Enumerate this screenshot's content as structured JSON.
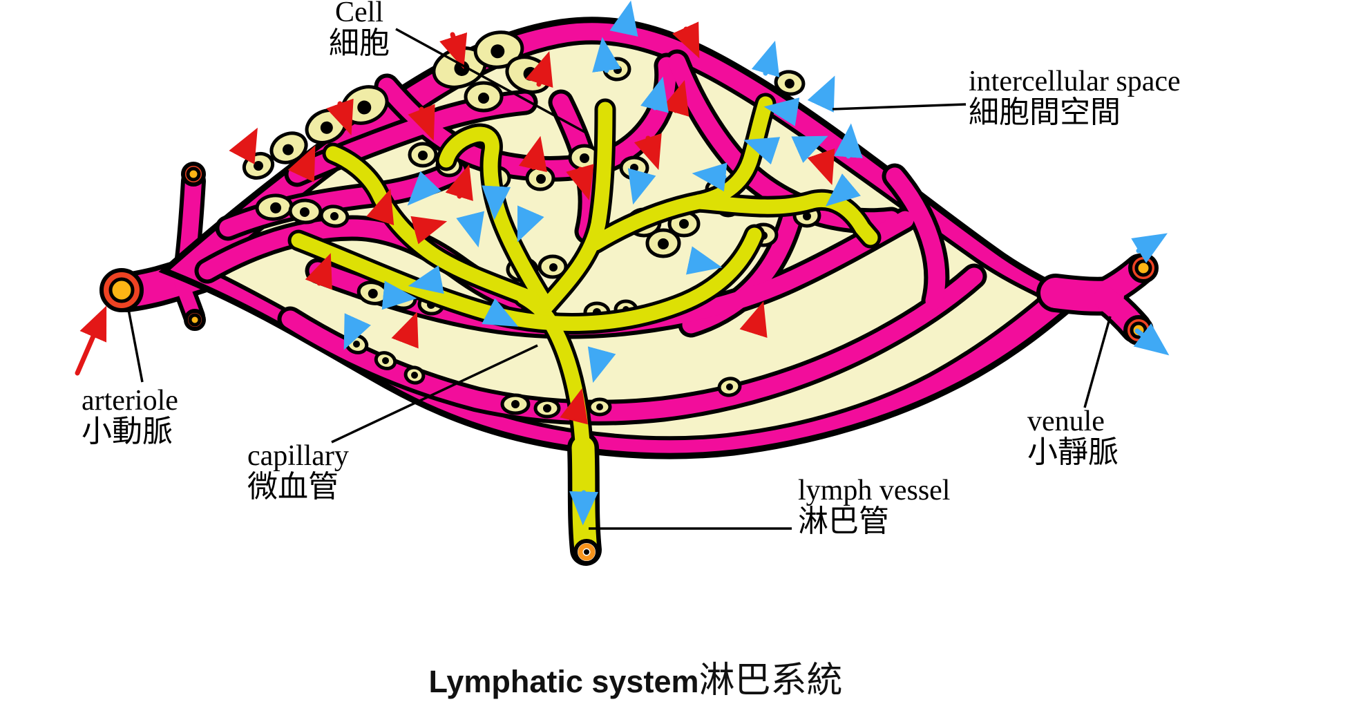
{
  "title": {
    "en": "Lymphatic system",
    "zh": "淋巴系統"
  },
  "labels": {
    "cell": {
      "en": "Cell",
      "zh": "細胞"
    },
    "intercellular_space": {
      "en": "intercellular space",
      "zh": "細胞間空間"
    },
    "arteriole": {
      "en": "arteriole",
      "zh": "小動脈"
    },
    "capillary": {
      "en": "capillary",
      "zh": "微血管"
    },
    "lymph_vessel": {
      "en": "lymph vessel",
      "zh": "淋巴管"
    },
    "venule": {
      "en": "venule",
      "zh": "小靜脈"
    }
  },
  "colors": {
    "pink": "#F20D9B",
    "cream": "#F6F3C8",
    "cellfill": "#F0ECA6",
    "lymph": "#DDE005",
    "red": "#E31717",
    "blue": "#3FA9F5",
    "capred": "#EF4323",
    "capyellow": "#FDB515",
    "caporange": "#F7941D",
    "ink": "#000000"
  },
  "icons": {
    "red_arrow": "fluid leaving blood capillary",
    "blue_arrow": "fluid entering lymph vessel / venule"
  }
}
